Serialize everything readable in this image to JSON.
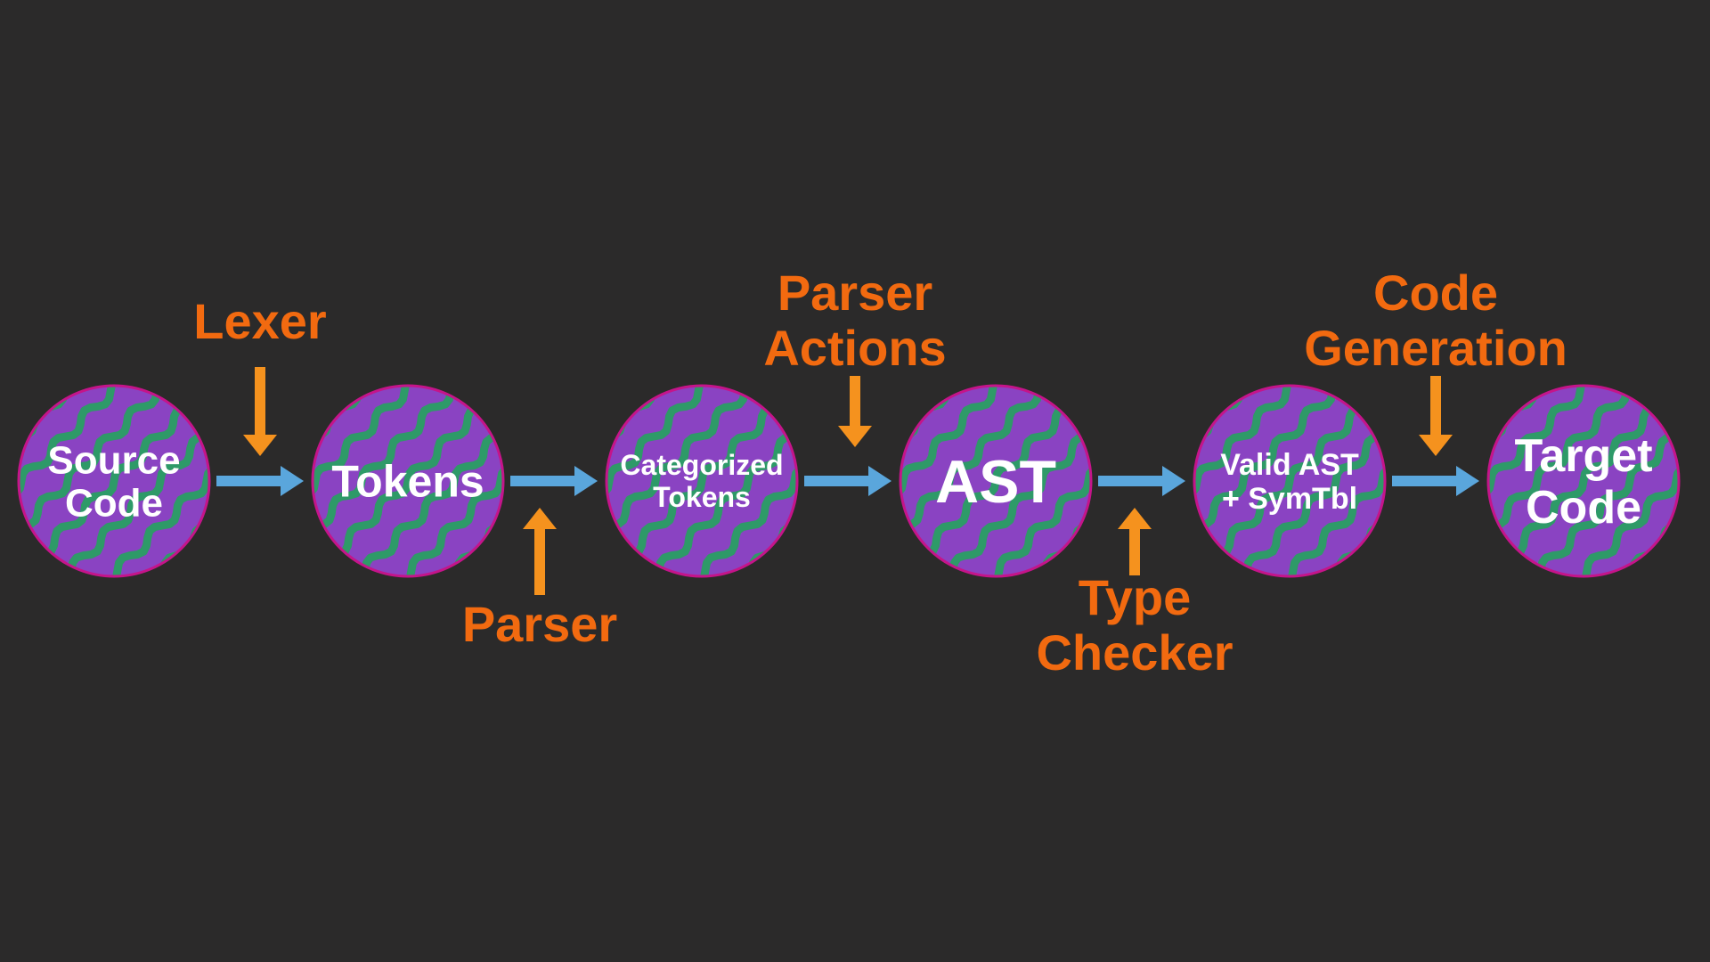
{
  "colors": {
    "background": "#2b2a2a",
    "node_fill": "#8a43c2",
    "node_pattern": "#2e9a68",
    "node_border": "#c5148a",
    "flow_arrow": "#5aa6dc",
    "step_arrow": "#f5921e",
    "step_label": "#f26a10",
    "node_text": "#ffffff"
  },
  "nodes": [
    {
      "id": "source-code",
      "lines": [
        "Source",
        "Code"
      ]
    },
    {
      "id": "tokens",
      "lines": [
        "Tokens"
      ]
    },
    {
      "id": "categorized-tokens",
      "lines": [
        "Categorized",
        "Tokens"
      ]
    },
    {
      "id": "ast",
      "lines": [
        "AST"
      ]
    },
    {
      "id": "valid-ast-symtbl",
      "lines": [
        "Valid AST",
        "+ SymTbl"
      ]
    },
    {
      "id": "target-code",
      "lines": [
        "Target",
        "Code"
      ]
    }
  ],
  "steps": [
    {
      "id": "lexer",
      "lines": [
        "Lexer"
      ],
      "position": "above",
      "arrow": "down"
    },
    {
      "id": "parser",
      "lines": [
        "Parser"
      ],
      "position": "below",
      "arrow": "up"
    },
    {
      "id": "parser-actions",
      "lines": [
        "Parser",
        "Actions"
      ],
      "position": "above",
      "arrow": "down"
    },
    {
      "id": "type-checker",
      "lines": [
        "Type",
        "Checker"
      ],
      "position": "below",
      "arrow": "up"
    },
    {
      "id": "code-generation",
      "lines": [
        "Code",
        "Generation"
      ],
      "position": "above",
      "arrow": "down"
    }
  ]
}
